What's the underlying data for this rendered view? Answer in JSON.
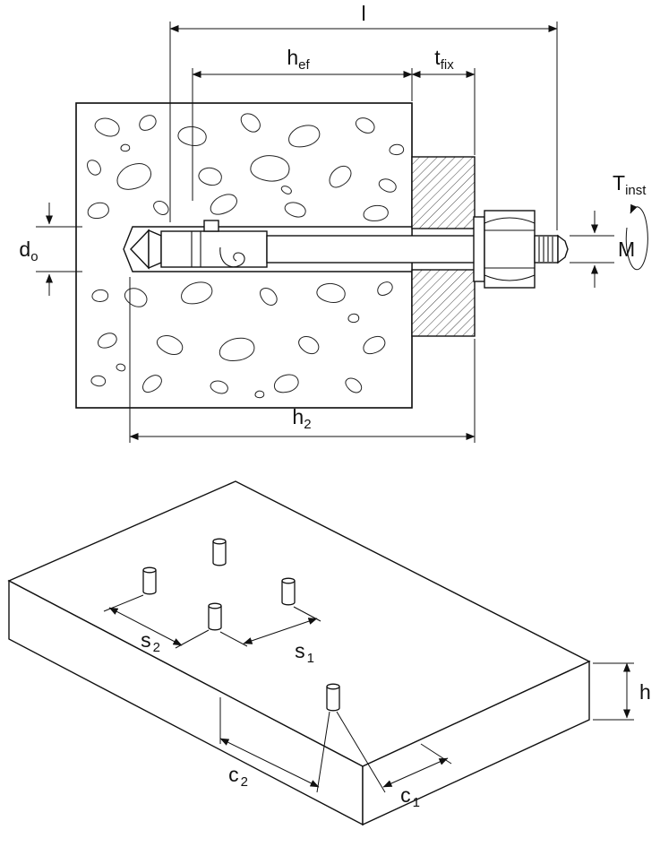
{
  "section_view": {
    "total_length": {
      "main": "l",
      "sub": ""
    },
    "embedment_depth": {
      "main": "h",
      "sub": "ef"
    },
    "fixture_thickness": {
      "main": "t",
      "sub": "fix"
    },
    "install_torque": {
      "main": "T",
      "sub": "inst"
    },
    "thread_size": {
      "main": "M",
      "sub": ""
    },
    "drill_diameter": {
      "main": "d",
      "sub": "o"
    },
    "hole_depth": {
      "main": "h",
      "sub": "2"
    }
  },
  "layout_view": {
    "spacing_2": {
      "main": "s",
      "sub": "2"
    },
    "spacing_1": {
      "main": "s",
      "sub": "1"
    },
    "edge_distance_2": {
      "main": "c",
      "sub": "2"
    },
    "edge_distance_1": {
      "main": "c",
      "sub": "1"
    },
    "member_thickness": {
      "main": "h",
      "sub": ""
    }
  },
  "colors": {
    "line": "#111111",
    "background": "#ffffff"
  }
}
